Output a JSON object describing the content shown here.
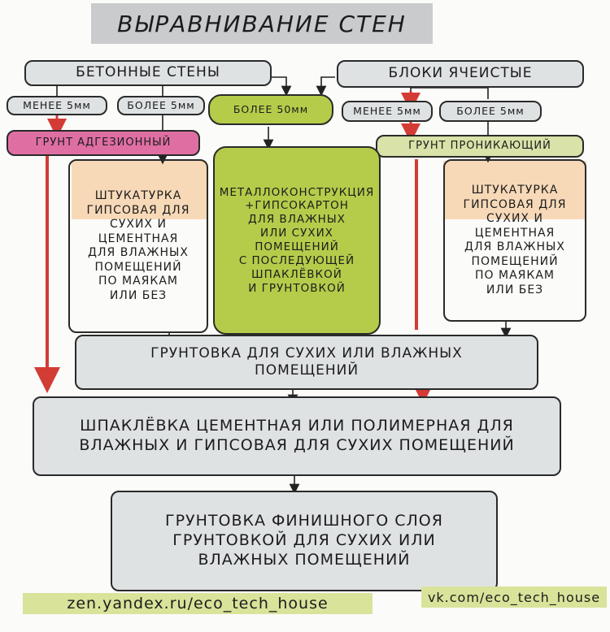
{
  "title": "ВЫРАВНИВАНИЕ СТЕН",
  "branches": {
    "concrete": "БЕТОННЫЕ СТЕНЫ",
    "blocks": "БЛОКИ ЯЧЕИСТЫЕ"
  },
  "thickness": {
    "concrete_less": "МЕНЕЕ 5мм",
    "concrete_more": "БОЛЕЕ 5мм",
    "over_50": "БОЛЕЕ 50мм",
    "blocks_less": "МЕНЕЕ 5мм",
    "blocks_more": "БОЛЕЕ 5мм"
  },
  "primers": {
    "adhesive": "ГРУНТ АДГЕЗИОННЫЙ",
    "penetrating": "ГРУНТ ПРОНИКАЮЩИЙ"
  },
  "plaster_left": [
    "ШТУКАТУРКА",
    "ГИПСОВАЯ ДЛЯ",
    "СУХИХ И",
    "ЦЕМЕНТНАЯ",
    "ДЛЯ ВЛАЖНЫХ",
    "ПОМЕЩЕНИЙ",
    "ПО МАЯКАМ",
    "ИЛИ БЕЗ"
  ],
  "plaster_right": [
    "ШТУКАТУРКА",
    "ГИПСОВАЯ ДЛЯ",
    "СУХИХ И",
    "ЦЕМЕНТНАЯ",
    "ДЛЯ ВЛАЖНЫХ",
    "ПОМЕЩЕНИЙ",
    "ПО МАЯКАМ",
    "ИЛИ БЕЗ"
  ],
  "metal": [
    "МЕТАЛЛОКОНСТРУКЦИЯ",
    "+ГИПСОКАРТОН",
    "ДЛЯ ВЛАЖНЫХ",
    "ИЛИ СУХИХ",
    "ПОМЕЩЕНИЙ",
    "С ПОСЛЕДУЮЩЕЙ",
    "ШПАКЛЁВКОЙ",
    "И ГРУНТОВКОЙ"
  ],
  "priming": "ГРУНТОВКА ДЛЯ СУХИХ ИЛИ ВЛАЖНЫХ ПОМЕЩЕНИЙ",
  "putty": "ШПАКЛЁВКА ЦЕМЕНТНАЯ ИЛИ ПОЛИМЕРНАЯ ДЛЯ ВЛАЖНЫХ И ГИПСОВАЯ ДЛЯ СУХИХ ПОМЕЩЕНИЙ",
  "finish": "ГРУНТОВКА ФИНИШНОГО СЛОЯ ГРУНТОВКОЙ ДЛЯ СУХИХ ИЛИ ВЛАЖНЫХ ПОМЕЩЕНИЙ",
  "footer": {
    "left": "zen.yandex.ru/eco_tech_house",
    "right": "vk.com/eco_tech_house"
  },
  "colors": {
    "pink": "#df6fa3",
    "green": "#b4cc4a",
    "light_green": "#d9e2a8",
    "peach": "#f7d9b8",
    "red": "#d33b35"
  }
}
